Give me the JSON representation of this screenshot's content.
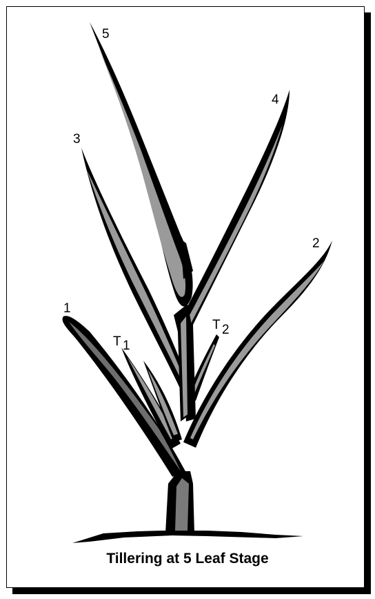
{
  "caption": "Tillering at 5 Leaf Stage",
  "leaf_labels": {
    "leaf1": "1",
    "leaf2": "2",
    "leaf3": "3",
    "leaf4": "4",
    "leaf5": "5"
  },
  "tiller_labels": {
    "t1_letter": "T",
    "t1_sub": "1",
    "t2_letter": "T",
    "t2_sub": "2"
  },
  "colors": {
    "outline": "#000000",
    "leaf_fill": "#9a9a9a",
    "dark_leaf_fill": "#6e6e6e",
    "stem_fill": "#7a7a7a"
  }
}
